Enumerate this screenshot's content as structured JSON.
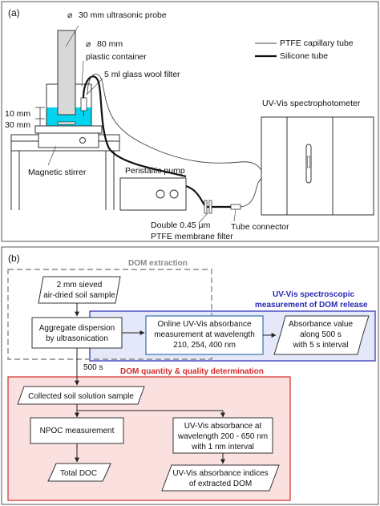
{
  "panel_a": {
    "label": "(a)",
    "probe": "30 mm ultrasonic probe",
    "probe_symbol": "⌀",
    "container_line1": "80 mm",
    "container_line2": "plastic container",
    "container_symbol": "⌀",
    "glass_filter": "5 ml glass wool filter",
    "dim_10": "10 mm",
    "dim_30": "30 mm",
    "magnetic_stirrer": "Magnetic stirrer",
    "peristaltic_pump": "Peristaltic pump",
    "spectrophotometer": "UV-Vis spectrophotometer",
    "membrane_line1": "Double 0.45 μm",
    "membrane_line2": "PTFE membrane filter",
    "tube_connector": "Tube connector",
    "legend_ptfe": "PTFE capillary tube",
    "legend_silicone": "Silicone tube"
  },
  "panel_b": {
    "label": "(b)",
    "dom_extraction": "DOM extraction",
    "uvvis_title_line1": "UV-Vis spectroscopic",
    "uvvis_title_line2": "measurement of DOM release",
    "quality_title": "DOM quantity & quality determination",
    "sample_line1": "2 mm sieved",
    "sample_line2": "air-dried soil sample",
    "aggregate_line1": "Aggregate dispersion",
    "aggregate_line2": "by ultrasonication",
    "online_line1": "Online UV-Vis absorbance",
    "online_line2": "measurement at wavelength",
    "online_line3": "210, 254, 400 nm",
    "absorbance_line1": "Absorbance value",
    "absorbance_line2": "along 500 s",
    "absorbance_line3": "with 5 s interval",
    "time_500": "500 s",
    "collected": "Collected soil solution sample",
    "npoc": "NPOC measurement",
    "uv_abs_line1": "UV-Vis absorbance at",
    "uv_abs_line2": "wavelength 200 - 650 nm",
    "uv_abs_line3": "with 1 nm interval",
    "total_doc": "Total DOC",
    "indices_line1": "UV-Vis absorbance indices",
    "indices_line2": "of extracted DOM"
  },
  "colors": {
    "water": "#00d4ee",
    "blue_region": "#e4e8f8",
    "blue_border": "#2a2ab8",
    "red_region": "#fbe0e0",
    "red_border": "#d62b2b",
    "flow_box_border": "#3a6fb0"
  }
}
